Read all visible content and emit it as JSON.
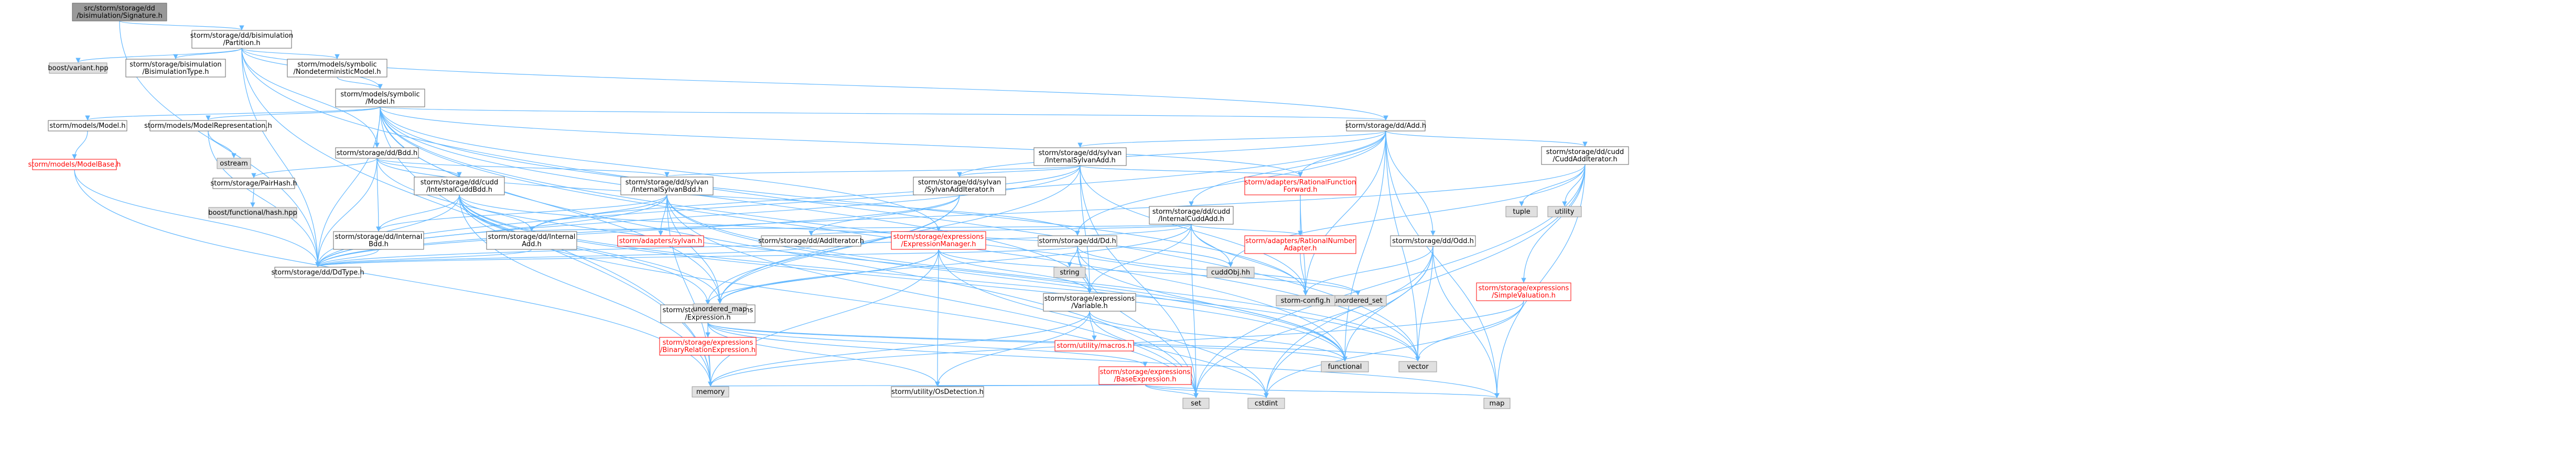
{
  "colors": {
    "edge": "#63b8ff",
    "node_fill": "#ffffff",
    "node_border": "#666666",
    "external_fill": "#e0e0e0",
    "external_border": "#999999",
    "root_fill": "#999999",
    "root_border": "#666666",
    "red_label": "#ff0000"
  },
  "nodes": [
    {
      "id": "root",
      "label": [
        "src/storm/storage/dd",
        "/bisimulation/Signature.h"
      ],
      "kind": "root"
    },
    {
      "id": "partition",
      "label": [
        "storm/storage/dd/bisimulation",
        "/Partition.h"
      ],
      "kind": "normal"
    },
    {
      "id": "variant",
      "label": [
        "boost/variant.hpp"
      ],
      "kind": "external"
    },
    {
      "id": "bisimtype",
      "label": [
        "storm/storage/bisimulation",
        "/BisimulationType.h"
      ],
      "kind": "normal"
    },
    {
      "id": "ndetmodel",
      "label": [
        "storm/models/symbolic",
        "/NondeterministicModel.h"
      ],
      "kind": "normal"
    },
    {
      "id": "symmodel",
      "label": [
        "storm/models/symbolic",
        "/Model.h"
      ],
      "kind": "normal"
    },
    {
      "id": "model",
      "label": [
        "storm/models/Model.h"
      ],
      "kind": "normal"
    },
    {
      "id": "modelrepr",
      "label": [
        "storm/models/ModelRepresentation.h"
      ],
      "kind": "normal"
    },
    {
      "id": "modelbase",
      "label": [
        "storm/models/ModelBase.h"
      ],
      "kind": "red"
    },
    {
      "id": "ostream",
      "label": [
        "ostream"
      ],
      "kind": "external"
    },
    {
      "id": "bdd",
      "label": [
        "storm/storage/dd/Bdd.h"
      ],
      "kind": "normal"
    },
    {
      "id": "perhash",
      "label": [
        "storm/storage/PairHash.h"
      ],
      "kind": "normal"
    },
    {
      "id": "boosthash",
      "label": [
        "boost/functional/hash.hpp"
      ],
      "kind": "external"
    },
    {
      "id": "cuddbdd",
      "label": [
        "storm/storage/dd/cudd",
        "/InternalCuddBdd.h"
      ],
      "kind": "normal"
    },
    {
      "id": "intbdd",
      "label": [
        "storm/storage/dd/Internal",
        "Bdd.h"
      ],
      "kind": "normal"
    },
    {
      "id": "intadd",
      "label": [
        "storm/storage/dd/Internal",
        "Add.h"
      ],
      "kind": "normal"
    },
    {
      "id": "ddtype",
      "label": [
        "storm/storage/dd/DdType.h"
      ],
      "kind": "normal"
    },
    {
      "id": "sylvanbdd",
      "label": [
        "storm/storage/dd/sylvan",
        "/InternalSylvanBdd.h"
      ],
      "kind": "normal"
    },
    {
      "id": "adaptsylvan",
      "label": [
        "storm/adapters/sylvan.h"
      ],
      "kind": "red"
    },
    {
      "id": "exprmgr",
      "label": [
        "storm/storage/expressions",
        "/ExpressionManager.h"
      ],
      "kind": "red"
    },
    {
      "id": "expression",
      "label": [
        "storm/storage/expressions",
        "/Expression.h"
      ],
      "kind": "normal"
    },
    {
      "id": "binrel",
      "label": [
        "storm/storage/expressions",
        "/BinaryRelationExpression.h"
      ],
      "kind": "red"
    },
    {
      "id": "unordered_map",
      "label": [
        "unordered_map"
      ],
      "kind": "external"
    },
    {
      "id": "memory",
      "label": [
        "memory"
      ],
      "kind": "external"
    },
    {
      "id": "osdetect",
      "label": [
        "storm/utility/OsDetection.h"
      ],
      "kind": "normal"
    },
    {
      "id": "sylvanadd",
      "label": [
        "storm/storage/dd/sylvan",
        "/InternalSylvanAdd.h"
      ],
      "kind": "normal"
    },
    {
      "id": "sylvaniter",
      "label": [
        "storm/storage/dd/sylvan",
        "/SylvanAddIterator.h"
      ],
      "kind": "normal"
    },
    {
      "id": "additer",
      "label": [
        "storm/storage/dd/AddIterator.h"
      ],
      "kind": "normal"
    },
    {
      "id": "dd",
      "label": [
        "storm/storage/dd/Dd.h"
      ],
      "kind": "normal"
    },
    {
      "id": "string",
      "label": [
        "string"
      ],
      "kind": "external"
    },
    {
      "id": "variable",
      "label": [
        "storm/storage/expressions",
        "/Variable.h"
      ],
      "kind": "normal"
    },
    {
      "id": "macros",
      "label": [
        "storm/utility/macros.h"
      ],
      "kind": "red"
    },
    {
      "id": "baseexpr",
      "label": [
        "storm/storage/expressions",
        "/BaseExpression.h"
      ],
      "kind": "red"
    },
    {
      "id": "set",
      "label": [
        "set"
      ],
      "kind": "external"
    },
    {
      "id": "cstdint",
      "label": [
        "cstdint"
      ],
      "kind": "external"
    },
    {
      "id": "functional",
      "label": [
        "functional"
      ],
      "kind": "external"
    },
    {
      "id": "unordered_set",
      "label": [
        "unordered_set"
      ],
      "kind": "external"
    },
    {
      "id": "cuddadd",
      "label": [
        "storm/storage/dd/cudd",
        "/InternalCuddAdd.h"
      ],
      "kind": "normal"
    },
    {
      "id": "ratfwd",
      "label": [
        "storm/adapters/RationalFunction",
        "Forward.h"
      ],
      "kind": "red"
    },
    {
      "id": "ratnum",
      "label": [
        "storm/adapters/RationalNumber",
        "Adapter.h"
      ],
      "kind": "red"
    },
    {
      "id": "cuddobj",
      "label": [
        "cuddObj.hh"
      ],
      "kind": "external"
    },
    {
      "id": "config",
      "label": [
        "storm-config.h"
      ],
      "kind": "external"
    },
    {
      "id": "odd",
      "label": [
        "storm/storage/dd/Odd.h"
      ],
      "kind": "normal"
    },
    {
      "id": "vector",
      "label": [
        "vector"
      ],
      "kind": "external"
    },
    {
      "id": "add",
      "label": [
        "storm/storage/dd/Add.h"
      ],
      "kind": "normal"
    },
    {
      "id": "cuddaddit",
      "label": [
        "storm/storage/dd/cudd",
        "/CuddAddIterator.h"
      ],
      "kind": "normal"
    },
    {
      "id": "simpleval",
      "label": [
        "storm/storage/expressions",
        "/SimpleValuation.h"
      ],
      "kind": "red"
    },
    {
      "id": "tuple",
      "label": [
        "tuple"
      ],
      "kind": "external"
    },
    {
      "id": "utility",
      "label": [
        "utility"
      ],
      "kind": "external"
    },
    {
      "id": "map",
      "label": [
        "map"
      ],
      "kind": "external"
    }
  ]
}
